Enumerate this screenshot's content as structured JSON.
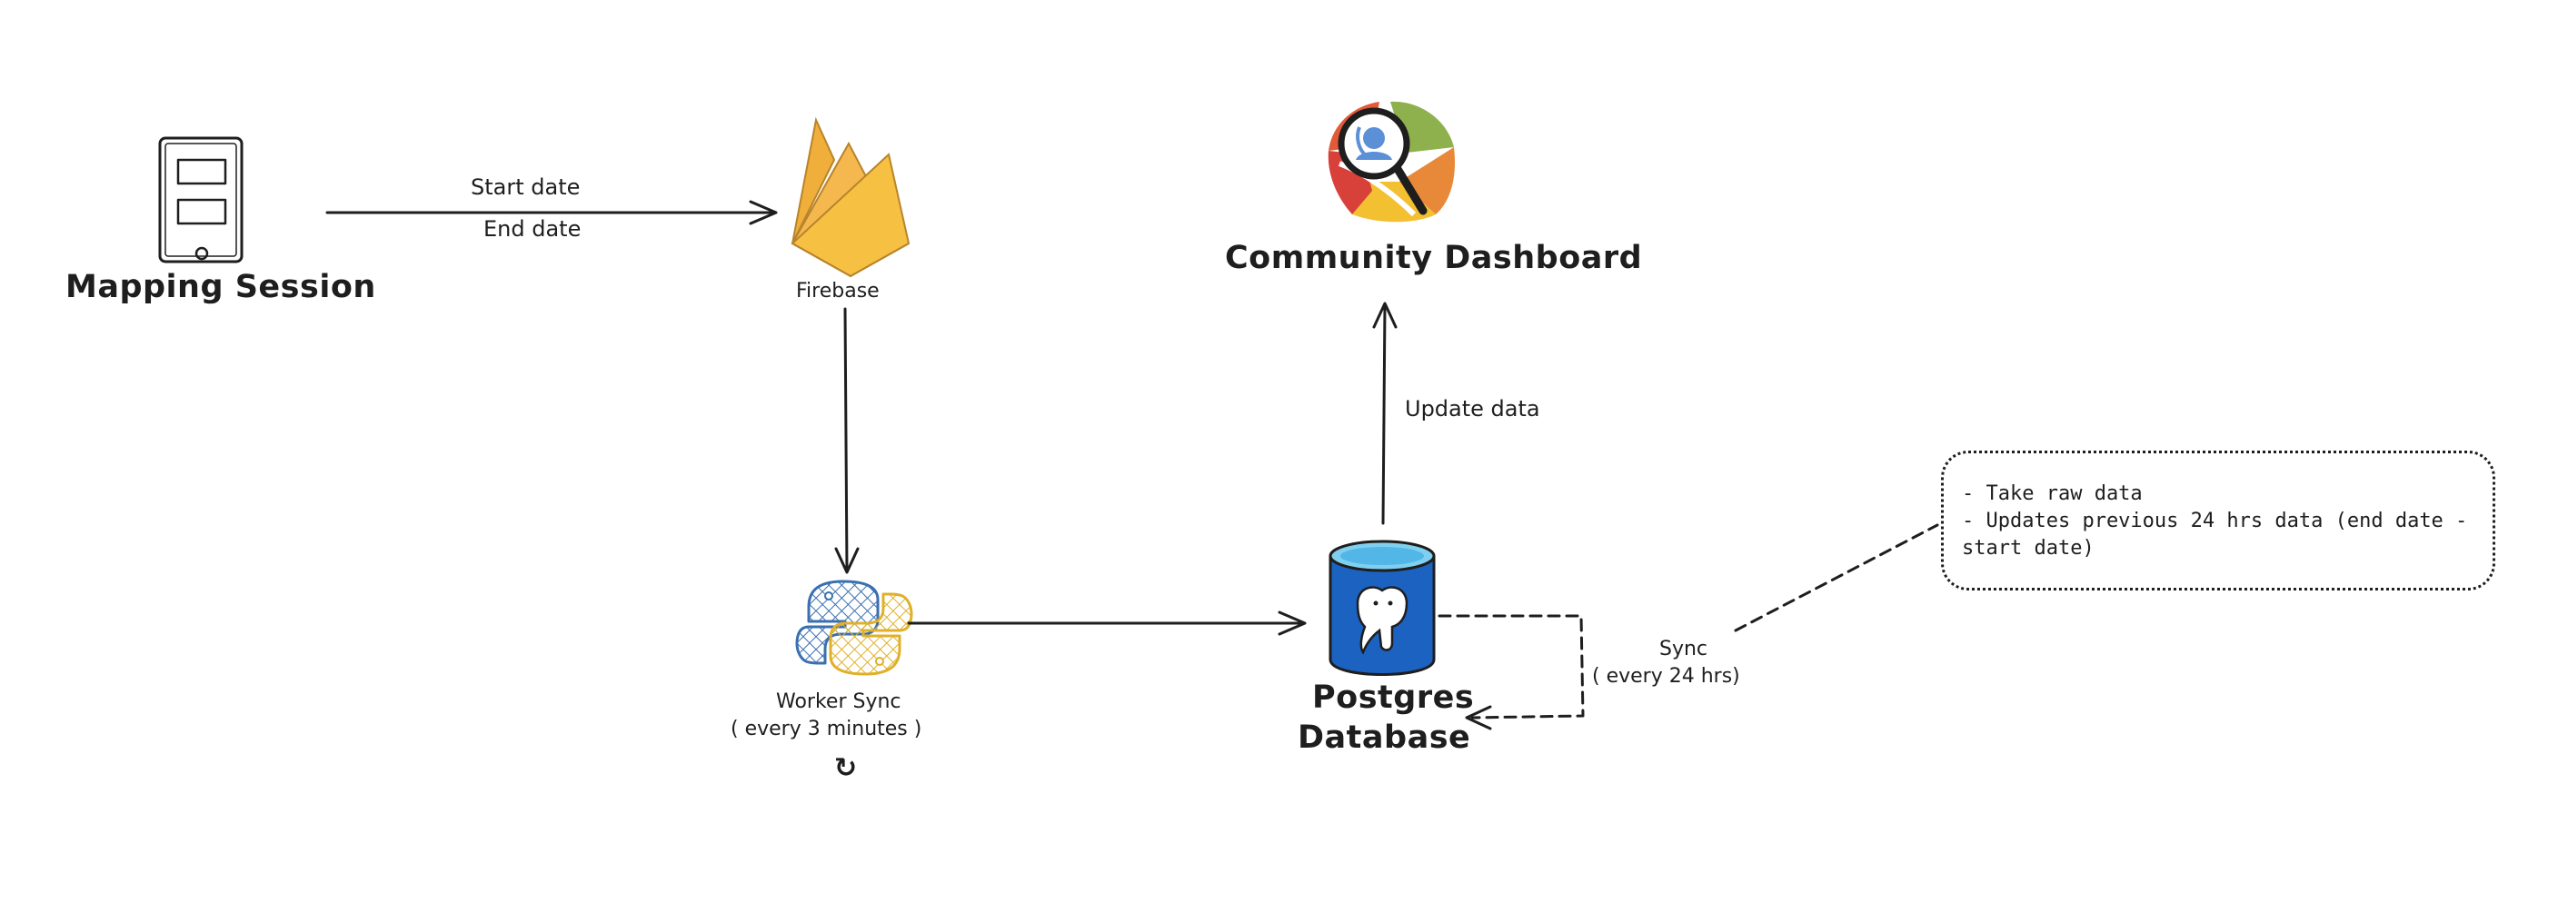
{
  "nodes": {
    "mapping_session": {
      "label": "Mapping Session",
      "icon": "mobile-phone-icon"
    },
    "firebase": {
      "label": "Firebase",
      "icon": "firebase-icon",
      "color": "#F6C143"
    },
    "community_dashboard": {
      "label": "Community Dashboard",
      "icon": "community-dashboard-logo-icon"
    },
    "worker_sync": {
      "label_line1": "Worker Sync",
      "label_line2": "( every 3 minutes )",
      "icon": "python-icon",
      "repeat_icon": "↻"
    },
    "postgres": {
      "label_line1": "Postgres",
      "label_line2": "Database",
      "icon": "postgres-database-icon",
      "color": "#1C62C0"
    }
  },
  "edges": {
    "session_to_firebase": {
      "label_line1": "Start date",
      "label_line2": "End date"
    },
    "postgres_to_dashboard": {
      "label": "Update data"
    },
    "postgres_self_sync": {
      "label_line1": "Sync",
      "label_line2": "( every 24 hrs)"
    }
  },
  "note": {
    "lines": [
      "- Take raw data",
      "- Updates previous 24 hrs data (end date -",
      "start date)"
    ]
  }
}
